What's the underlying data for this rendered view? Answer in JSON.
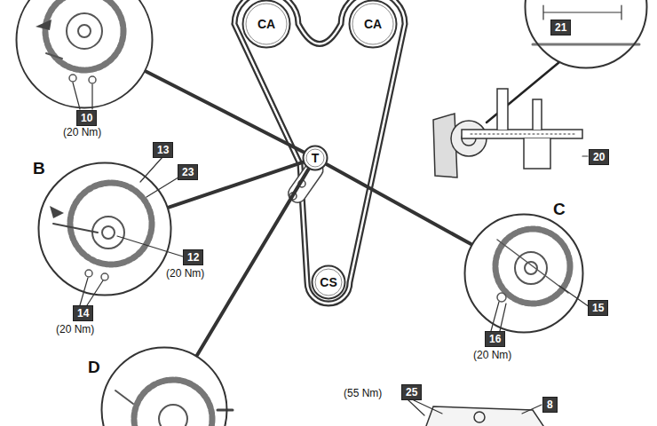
{
  "diagram": {
    "nodes": [
      {
        "text": [
          "10",
          "(20 Nm)"
        ]
      },
      {
        "text": [
          "CA"
        ]
      },
      {
        "text": [
          "CA"
        ]
      },
      {
        "text": [
          "21"
        ]
      },
      {
        "text": [
          "T"
        ]
      },
      {
        "text": [
          "B",
          "13",
          "23",
          "12",
          "(20 Nm)",
          "14",
          "(20 Nm)"
        ]
      },
      {
        "text": [
          "C",
          "15",
          "16",
          "(20 Nm)"
        ]
      },
      {
        "text": [
          "CS"
        ]
      },
      {
        "text": [
          "D"
        ]
      }
    ],
    "edges": [
      {
        "from": 4,
        "to": 0,
        "arrow": "none"
      },
      {
        "from": 4,
        "to": 5,
        "arrow": "none"
      },
      {
        "from": 4,
        "to": 6,
        "arrow": "none"
      },
      {
        "from": 4,
        "to": 8,
        "arrow": "none"
      }
    ],
    "labels": [
      "20",
      "(55 Nm)",
      "25",
      "8"
    ]
  }
}
